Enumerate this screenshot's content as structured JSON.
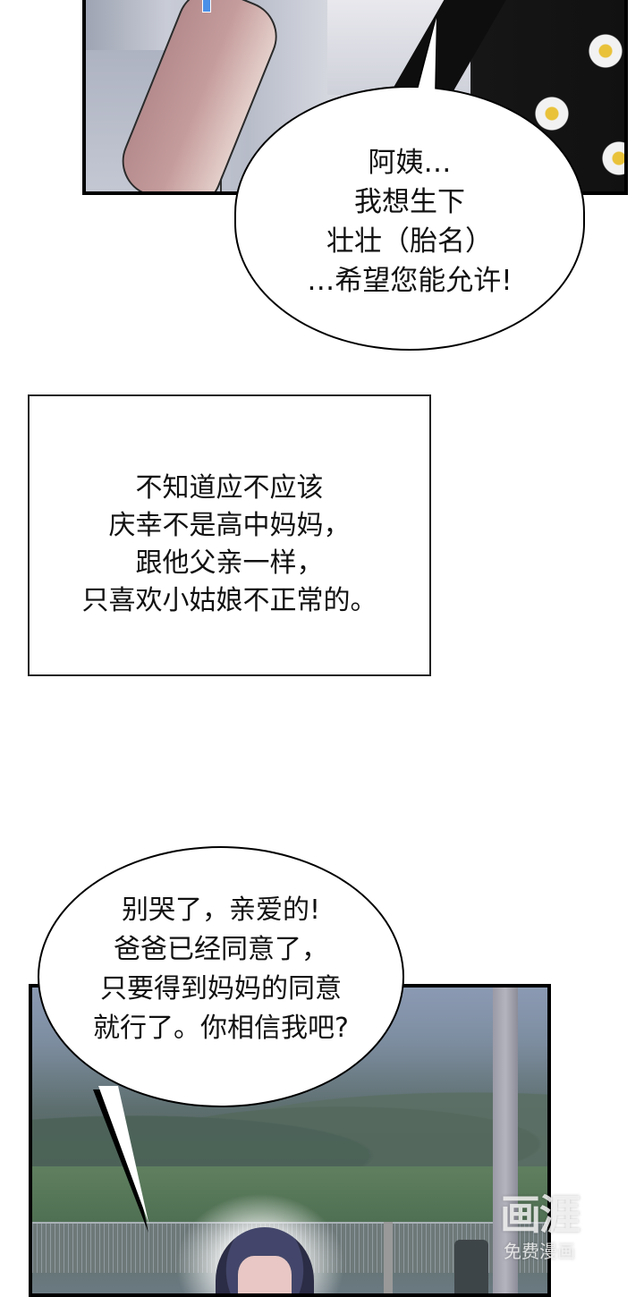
{
  "page": {
    "type": "webtoon-comic-strip"
  },
  "panels": [
    {
      "id": "panel-1",
      "description": "close-up illustration: arm in light-gray sleeve, white shirt, black strap with daisy pattern",
      "colors": {
        "sleeve": "#b7bcc9",
        "skin": "#c59c9c",
        "strap": "#111111",
        "daisy_center": "#e9c23a",
        "accent_tag": "#4a90e8"
      }
    },
    {
      "id": "panel-3",
      "description": "night park scene with trees, fence, lamp pole, trash can and a girl with dark wavy hair in glowing light",
      "colors": {
        "sky": "#8b9ab3",
        "trees": "#4e6058",
        "fence": "#6d7878"
      }
    }
  ],
  "speech_bubble_1": {
    "lines": [
      "阿姨…",
      "我想生下",
      "壮壮（胎名）",
      "…希望您能允许!"
    ]
  },
  "narration_box": {
    "lines": [
      "不知道应不应该",
      "庆幸不是高中妈妈，",
      "跟他父亲一样，",
      "只喜欢小姑娘不正常的。"
    ]
  },
  "speech_bubble_2": {
    "lines": [
      "别哭了，亲爱的!",
      "爸爸已经同意了，",
      "只要得到妈妈的同意",
      "就行了。你相信我吧?"
    ]
  },
  "watermark": {
    "logo": "画涯",
    "subtitle": "免费漫画"
  }
}
